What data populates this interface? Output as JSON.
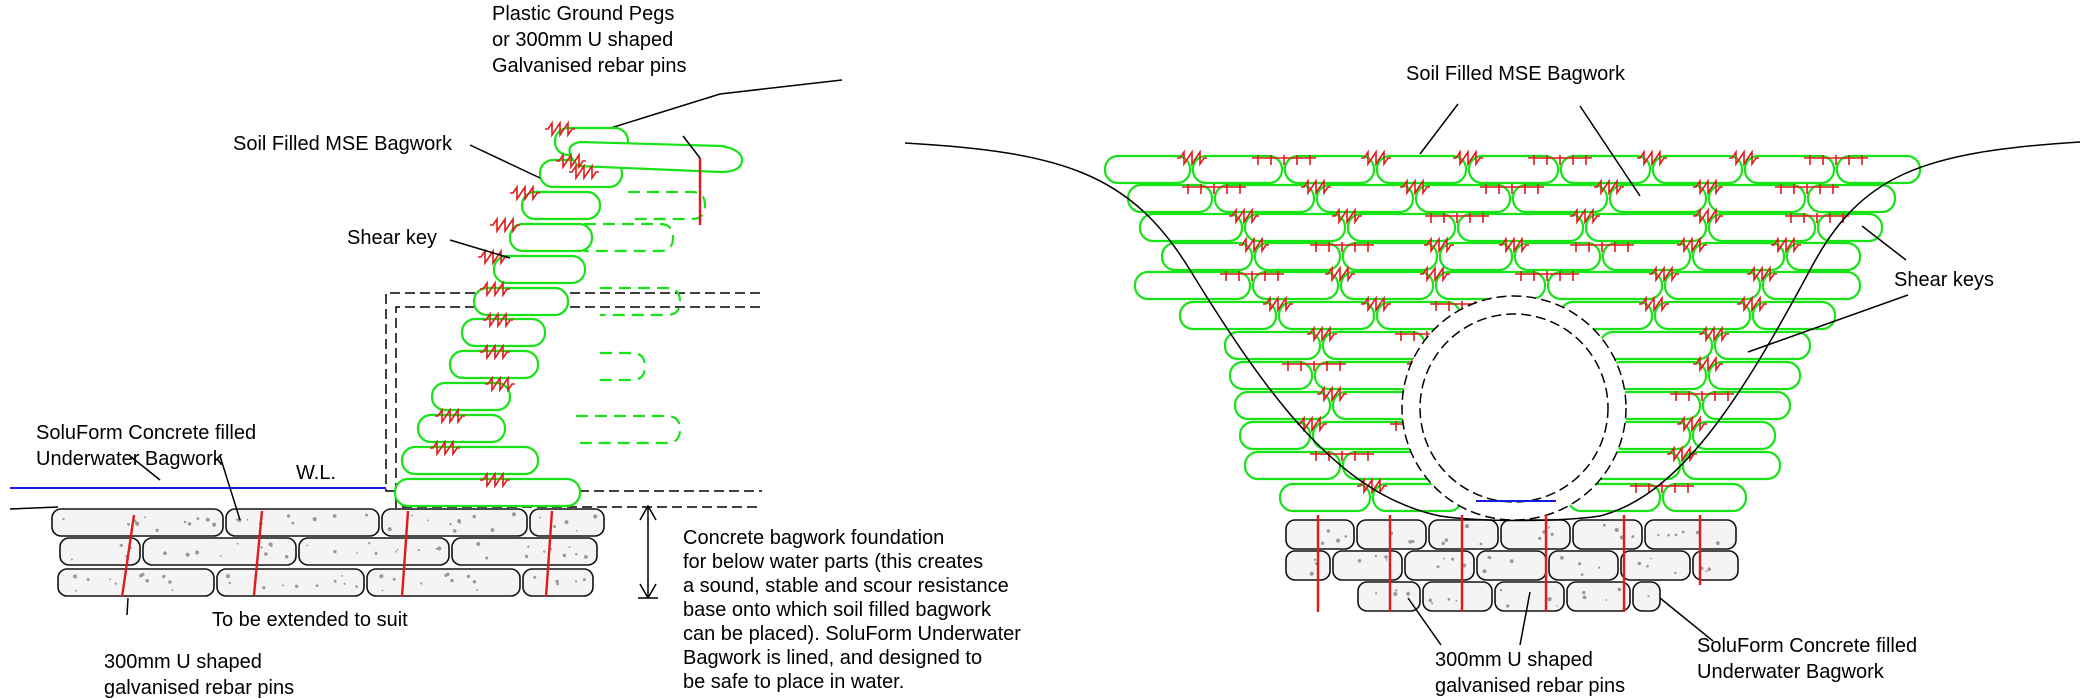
{
  "left_detail": {
    "label_pegs": [
      "Plastic Ground Pegs",
      "or 300mm U shaped",
      "Galvanised rebar pins"
    ],
    "label_mse": "Soil Filled MSE Bagwork",
    "label_shear": "Shear key",
    "label_concrete": [
      "SoluForm Concrete filled",
      "Underwater Bagwork"
    ],
    "label_wl": "W.L.",
    "label_foundation": [
      "Concrete bagwork foundation",
      "for below water parts (this creates",
      "a sound, stable and scour resistance",
      "base onto which soil filled bagwork",
      "can be placed).  SoluForm Underwater",
      "Bagwork is lined, and designed to",
      "be safe to place in water."
    ],
    "label_extend": "To be extended to suit",
    "label_pins": [
      "300mm U shaped",
      "galvanised rebar pins"
    ]
  },
  "right_detail": {
    "label_mse": "Soil Filled MSE Bagwork",
    "label_shear": "Shear keys",
    "label_pins": [
      "300mm U shaped",
      "galvanised rebar pins"
    ],
    "label_concrete": [
      "SoluForm Concrete filled",
      "Underwater Bagwork"
    ]
  },
  "colors": {
    "soil_bag": "#17e317",
    "pins_and_keys": "#e01b1b",
    "water_line": "#1a1adf",
    "concrete_outline": "#111111"
  }
}
